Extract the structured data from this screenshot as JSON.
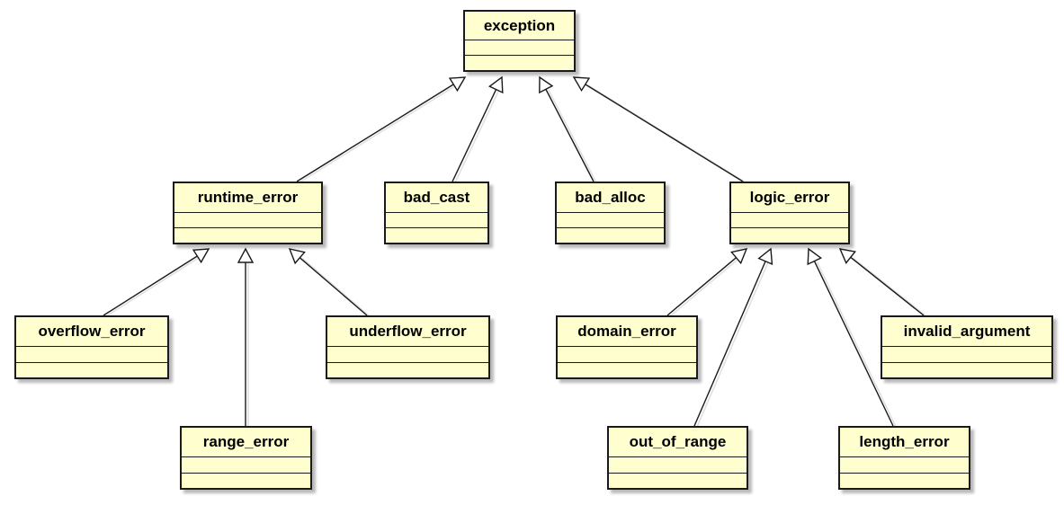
{
  "classes": {
    "exception": "exception",
    "runtime_error": "runtime_error",
    "bad_cast": "bad_cast",
    "bad_alloc": "bad_alloc",
    "logic_error": "logic_error",
    "overflow_error": "overflow_error",
    "underflow_error": "underflow_error",
    "range_error": "range_error",
    "domain_error": "domain_error",
    "invalid_argument": "invalid_argument",
    "out_of_range": "out_of_range",
    "length_error": "length_error"
  },
  "generalizations": [
    {
      "child": "runtime_error",
      "parent": "exception"
    },
    {
      "child": "bad_cast",
      "parent": "exception"
    },
    {
      "child": "bad_alloc",
      "parent": "exception"
    },
    {
      "child": "logic_error",
      "parent": "exception"
    },
    {
      "child": "overflow_error",
      "parent": "runtime_error"
    },
    {
      "child": "range_error",
      "parent": "runtime_error"
    },
    {
      "child": "underflow_error",
      "parent": "runtime_error"
    },
    {
      "child": "domain_error",
      "parent": "logic_error"
    },
    {
      "child": "out_of_range",
      "parent": "logic_error"
    },
    {
      "child": "length_error",
      "parent": "logic_error"
    },
    {
      "child": "invalid_argument",
      "parent": "logic_error"
    }
  ],
  "colors": {
    "class_fill": "#fefece",
    "border": "#1a1a1a",
    "edge": "#1a1a1a"
  }
}
